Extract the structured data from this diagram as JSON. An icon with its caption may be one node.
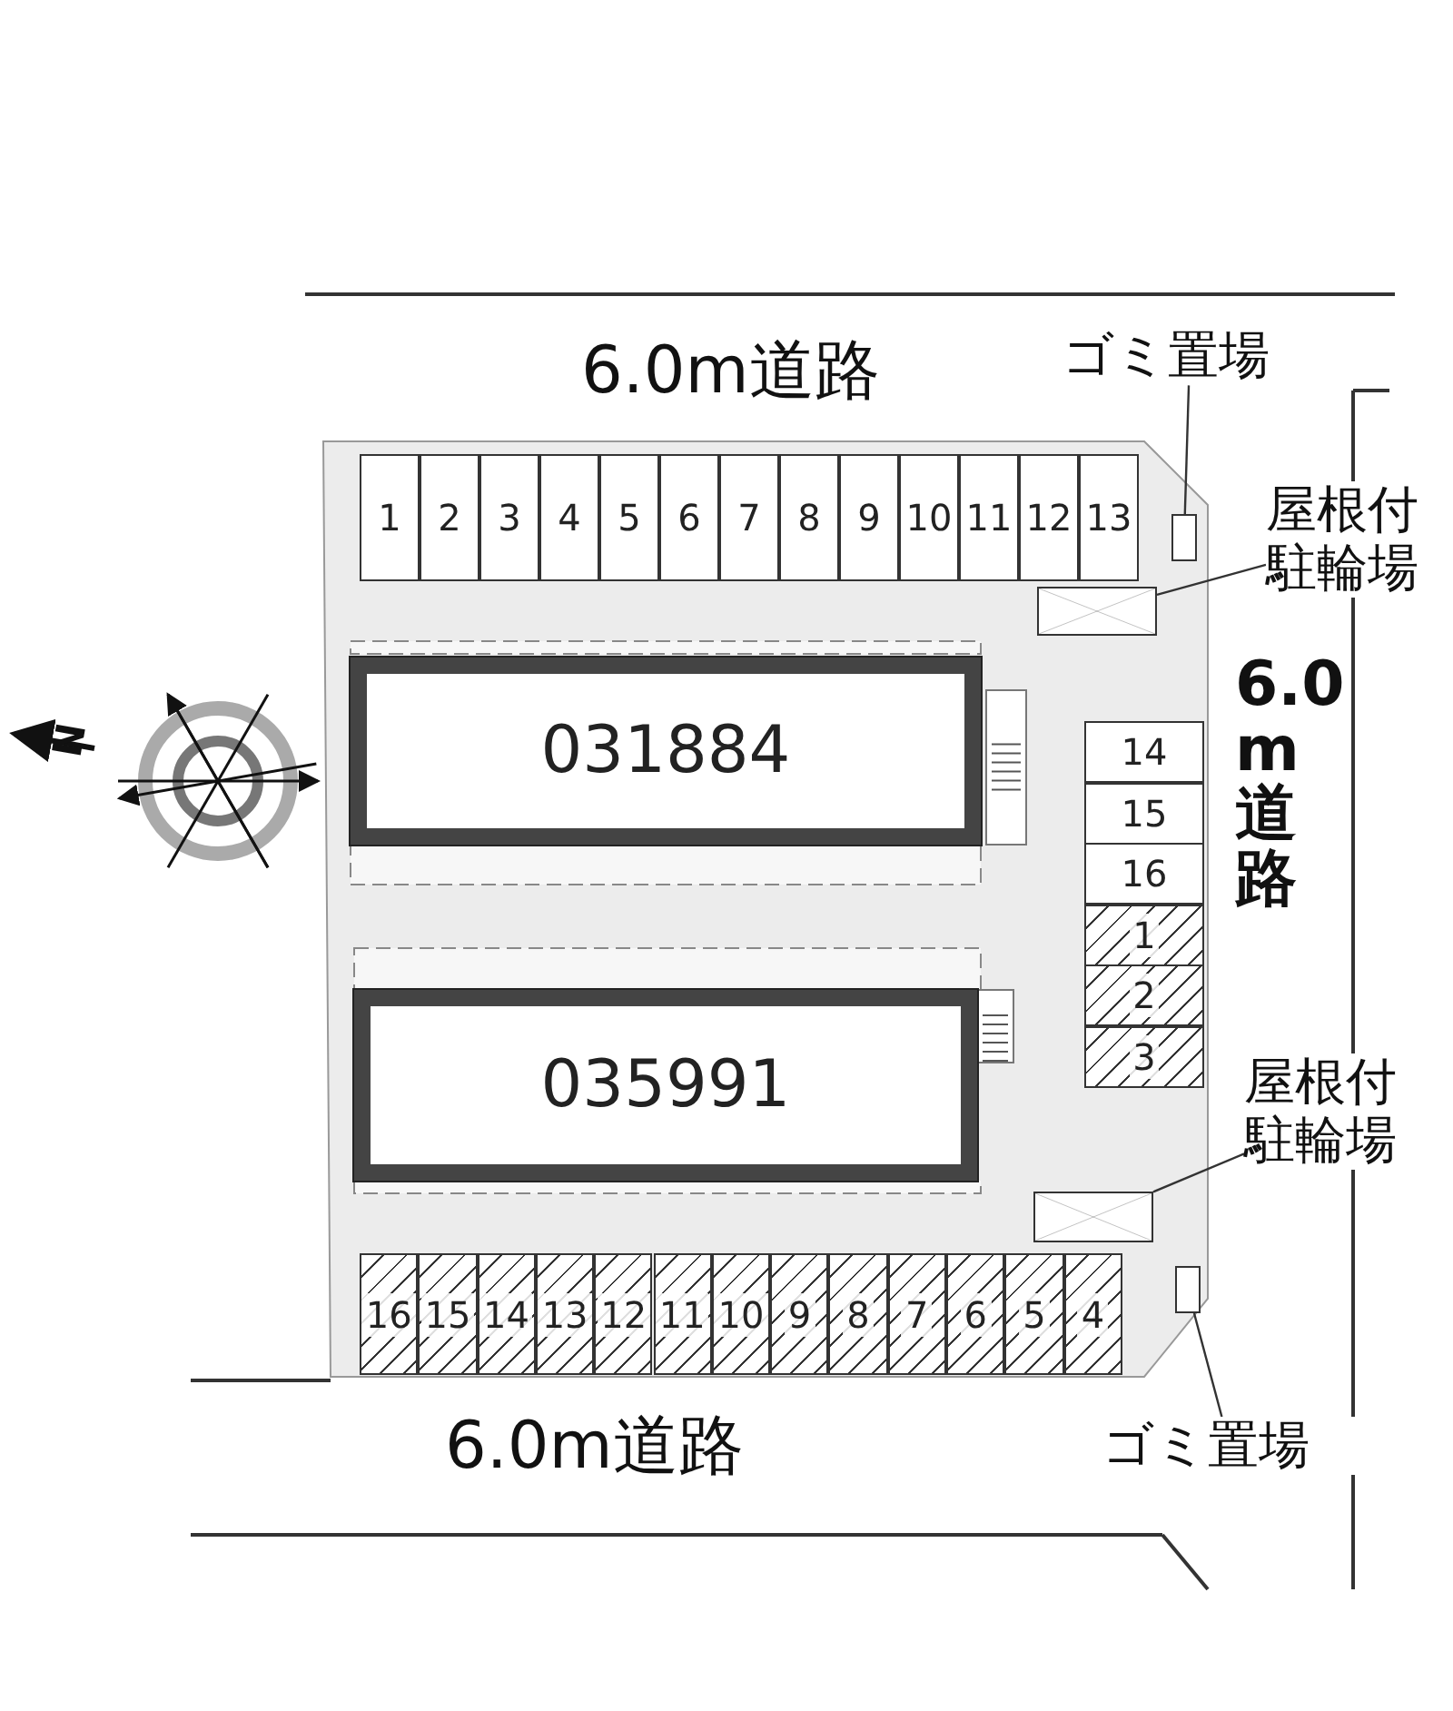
{
  "diagram": {
    "nodes": [
      {
        "text": [
          "ゴミ置場"
        ]
      },
      {
        "text": [
          "1"
        ]
      },
      {
        "text": [
          "2"
        ]
      },
      {
        "text": [
          "3"
        ]
      },
      {
        "text": [
          "4"
        ]
      },
      {
        "text": [
          "5"
        ]
      },
      {
        "text": [
          "6"
        ]
      },
      {
        "text": [
          "7"
        ]
      },
      {
        "text": [
          "8"
        ]
      },
      {
        "text": [
          "9"
        ]
      },
      {
        "text": [
          "10"
        ]
      },
      {
        "text": [
          "11"
        ]
      },
      {
        "text": [
          "12"
        ]
      },
      {
        "text": [
          "13"
        ]
      },
      {
        "text": [],
        "shape": "box"
      },
      {
        "text": [
          "屋根付駐輪場"
        ]
      },
      {
        "text": [],
        "shape": "box"
      },
      {
        "text": [
          "031884"
        ]
      },
      {
        "text": [
          "14"
        ]
      },
      {
        "text": [
          "15"
        ]
      },
      {
        "text": [
          "16"
        ]
      },
      {
        "text": [
          "1"
        ]
      },
      {
        "text": [
          "2"
        ]
      },
      {
        "text": [
          "3"
        ]
      },
      {
        "text": [
          "035991"
        ]
      },
      {
        "text": [
          "屋根付駐輪場"
        ]
      },
      {
        "text": [],
        "shape": "box"
      },
      {
        "text": [
          "16"
        ]
      },
      {
        "text": [
          "15"
        ]
      },
      {
        "text": [
          "14"
        ]
      },
      {
        "text": [
          "13"
        ]
      },
      {
        "text": [
          "12"
        ]
      },
      {
        "text": [
          "11"
        ]
      },
      {
        "text": [
          "10"
        ]
      },
      {
        "text": [
          "9"
        ]
      },
      {
        "text": [
          "8"
        ]
      },
      {
        "text": [
          "7"
        ]
      },
      {
        "text": [
          "6"
        ]
      },
      {
        "text": [
          "5"
        ]
      },
      {
        "text": [
          "4"
        ]
      },
      {
        "text": [],
        "shape": "box"
      },
      {
        "text": [
          "ゴミ置場"
        ]
      }
    ],
    "edges": [
      {
        "from": 0,
        "to": 14,
        "arrow": "none"
      },
      {
        "from": 15,
        "to": 16,
        "arrow": "none"
      },
      {
        "from": 25,
        "to": 26,
        "arrow": "none"
      },
      {
        "from": 41,
        "to": 40,
        "arrow": "none"
      }
    ],
    "labels": [
      "6.0m道路",
      "6.0m道路",
      "6.0m道路",
      "N"
    ]
  }
}
